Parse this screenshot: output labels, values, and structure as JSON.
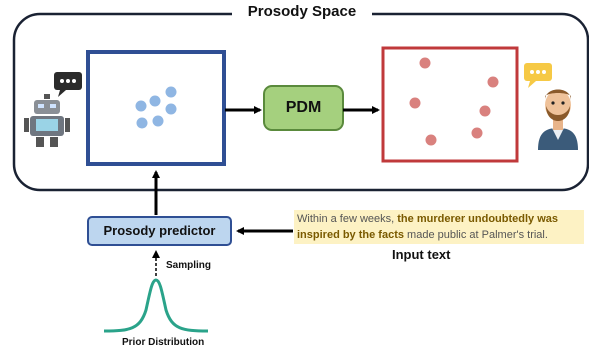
{
  "space_title": "Prosody Space",
  "pdm_label": "PDM",
  "predictor_label": "Prosody predictor",
  "input_text": {
    "before": "Within a few weeks, ",
    "bold1": "the murderer undoubtedly was inspired by the facts",
    "after": " made public at Palmer's trial."
  },
  "input_title": "Input text",
  "sampling_label": "Sampling",
  "prior_label": "Prior Distribution",
  "colors": {
    "space_border": "#1a2233",
    "left_box": "#2f4f94",
    "right_box": "#c0393b",
    "blue_dot": "#8fb6e3",
    "red_dot": "#d9817e",
    "pdm_fill": "#a5d07e",
    "pdm_border": "#5a8a3c",
    "predictor_fill": "#bdd6ef",
    "predictor_border": "#2f4f94",
    "prior_curve": "#2aa38a",
    "input_bg": "#fdf2c4"
  },
  "icons": [
    "robot-icon",
    "speech-bubble-icon",
    "bearded-man-icon"
  ]
}
